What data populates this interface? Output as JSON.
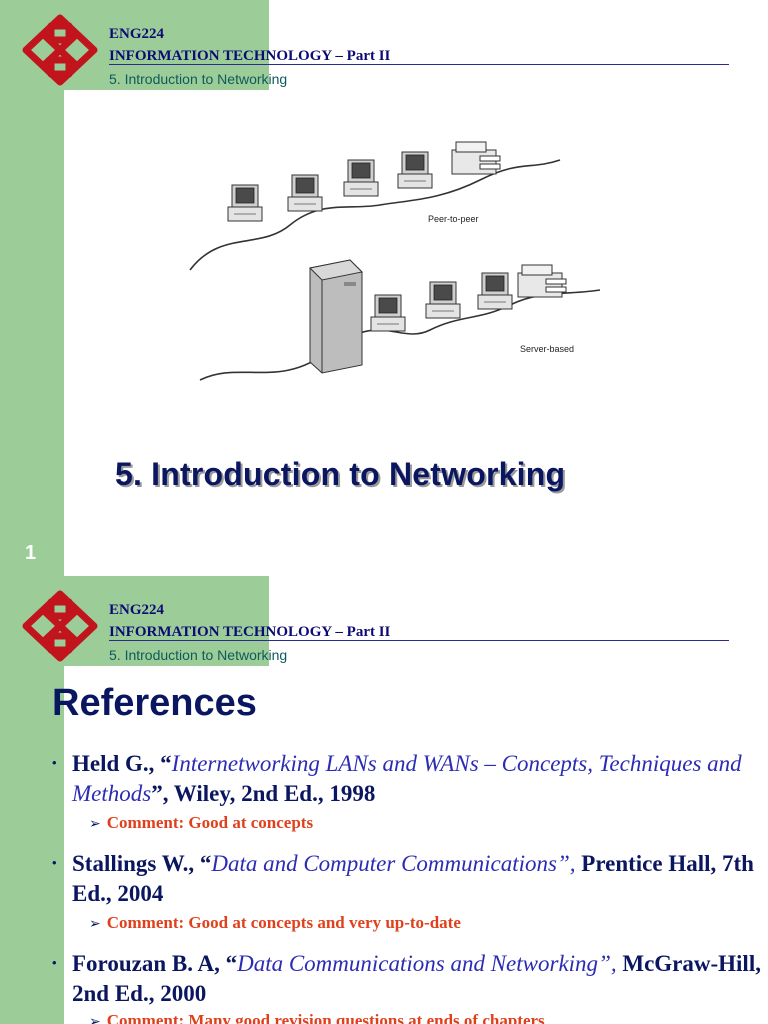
{
  "colors": {
    "green_bar": "#9ccc98",
    "logo_red": "#c1141c",
    "title_navy": "#0b1660",
    "comment_red": "#e0401c"
  },
  "header": {
    "course_code": "ENG224",
    "course_title": "INFORMATION TECHNOLOGY – Part II",
    "chapter": "5. Introduction to Networking",
    "logo_icon": "university-logo-icon"
  },
  "slide1": {
    "illustration": {
      "peer_label": "Peer-to-peer",
      "server_label": "Server-based"
    },
    "title": "5. Introduction to Networking",
    "page_number": "1"
  },
  "slide2": {
    "heading": "References",
    "refs": [
      {
        "author": "Held G., “",
        "title": "Internetworking LANs and WANs – Concepts, Techniques and Methods",
        "close": "”",
        "rest": ", Wiley, 2nd Ed., 1998",
        "comment": "Comment: Good at concepts"
      },
      {
        "author": "Stallings W., “",
        "title": "Data and Computer Communications",
        "close": "”,",
        "rest": " Prentice Hall, 7th Ed., 2004",
        "comment": "Comment: Good at concepts and very up-to-date"
      },
      {
        "author": "Forouzan B. A, “",
        "title": "Data Communications and Networking",
        "close": "”,",
        "rest": " McGraw-Hill, 2nd Ed., 2000",
        "comment": "Comment: Many good revision questions at ends of chapters"
      }
    ]
  }
}
